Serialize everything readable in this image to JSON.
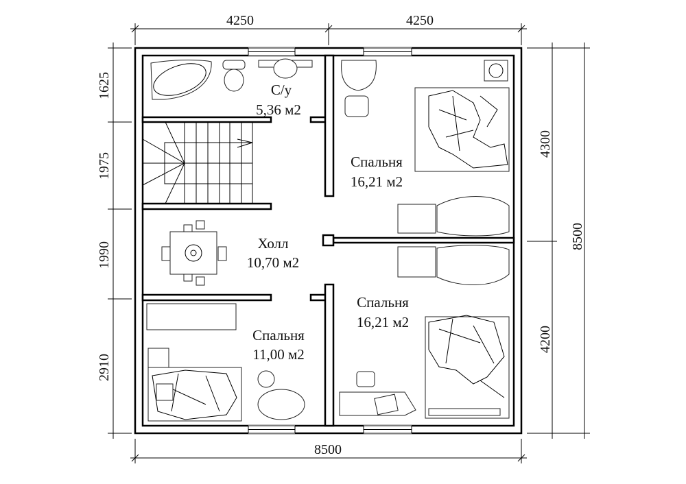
{
  "dimensions": {
    "top": [
      "4250",
      "4250"
    ],
    "bottom": "8500",
    "left": [
      "1625",
      "1975",
      "1990",
      "2910"
    ],
    "right": [
      "4300",
      "4200"
    ],
    "right_total": "8500"
  },
  "rooms": [
    {
      "name": "С/у",
      "area": "5,36 м2"
    },
    {
      "name": "Спальня",
      "area": "16,21 м2"
    },
    {
      "name": "Холл",
      "area": "10,70 м2"
    },
    {
      "name": "Спальня",
      "area": "16,21 м2"
    },
    {
      "name": "Спальня",
      "area": "11,00 м2"
    }
  ]
}
